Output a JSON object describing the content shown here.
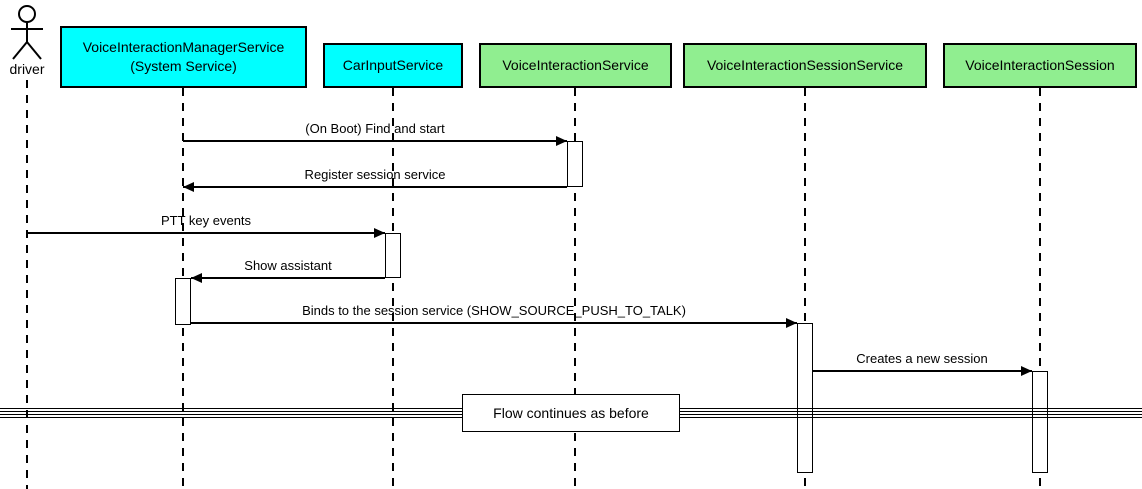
{
  "diagram": {
    "type": "uml-sequence-diagram",
    "actor": {
      "label": "driver"
    },
    "participants": [
      {
        "label": "VoiceInteractionManagerService",
        "sublabel": "(System Service)",
        "fill": "#00FFFF"
      },
      {
        "label": "CarInputService",
        "fill": "#00FFFF"
      },
      {
        "label": "VoiceInteractionService",
        "fill": "#90EE90"
      },
      {
        "label": "VoiceInteractionSessionService",
        "fill": "#90EE90"
      },
      {
        "label": "VoiceInteractionSession",
        "fill": "#90EE90"
      }
    ],
    "messages": [
      {
        "label": "(On Boot) Find and start",
        "from": "VoiceInteractionManagerService",
        "to": "VoiceInteractionService",
        "direction": "right"
      },
      {
        "label": "Register session service",
        "from": "VoiceInteractionService",
        "to": "VoiceInteractionManagerService",
        "direction": "left"
      },
      {
        "label": "PTT key events",
        "from": "driver",
        "to": "CarInputService",
        "direction": "right"
      },
      {
        "label": "Show assistant",
        "from": "CarInputService",
        "to": "VoiceInteractionManagerService",
        "direction": "left"
      },
      {
        "label": "Binds to the session service (SHOW_SOURCE_PUSH_TO_TALK)",
        "from": "VoiceInteractionManagerService",
        "to": "VoiceInteractionSessionService",
        "direction": "right"
      },
      {
        "label": "Creates a new session",
        "from": "VoiceInteractionSessionService",
        "to": "VoiceInteractionSession",
        "direction": "right"
      }
    ],
    "divider": {
      "label": "Flow continues as before"
    },
    "colors": {
      "participant_cyan": "#00FFFF",
      "participant_green": "#90EE90",
      "stroke": "#000000",
      "background": "#FFFFFF"
    }
  }
}
